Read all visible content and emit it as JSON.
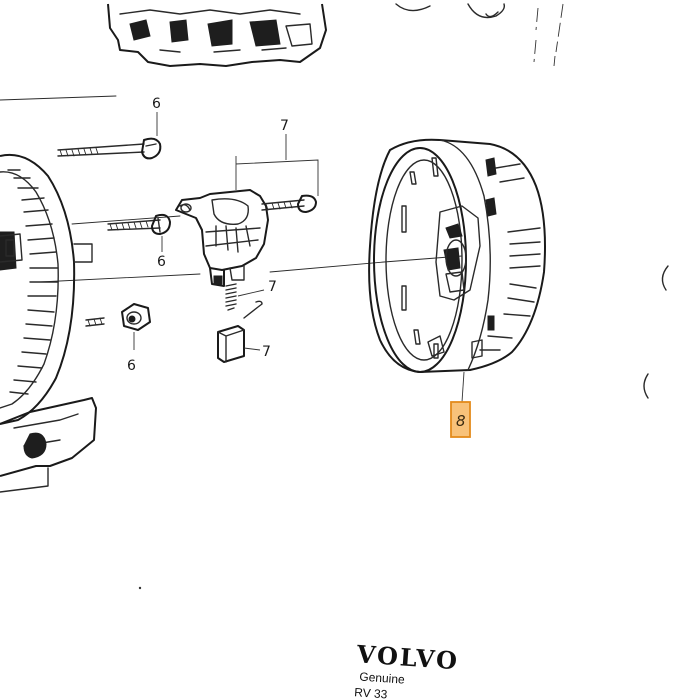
{
  "callouts": {
    "bolt_top": "6",
    "bolt_mid": "6",
    "nut": "6",
    "regulator": "7",
    "spring": "7",
    "brush": "7",
    "cover_highlight": "8"
  },
  "label": {
    "brand": "VOLVO",
    "genuine": "Genuine",
    "code": "RV 33"
  },
  "colors": {
    "highlight_fill": "#f8c27a",
    "highlight_stroke": "#e38a1b",
    "ink": "#2a2a2a"
  }
}
